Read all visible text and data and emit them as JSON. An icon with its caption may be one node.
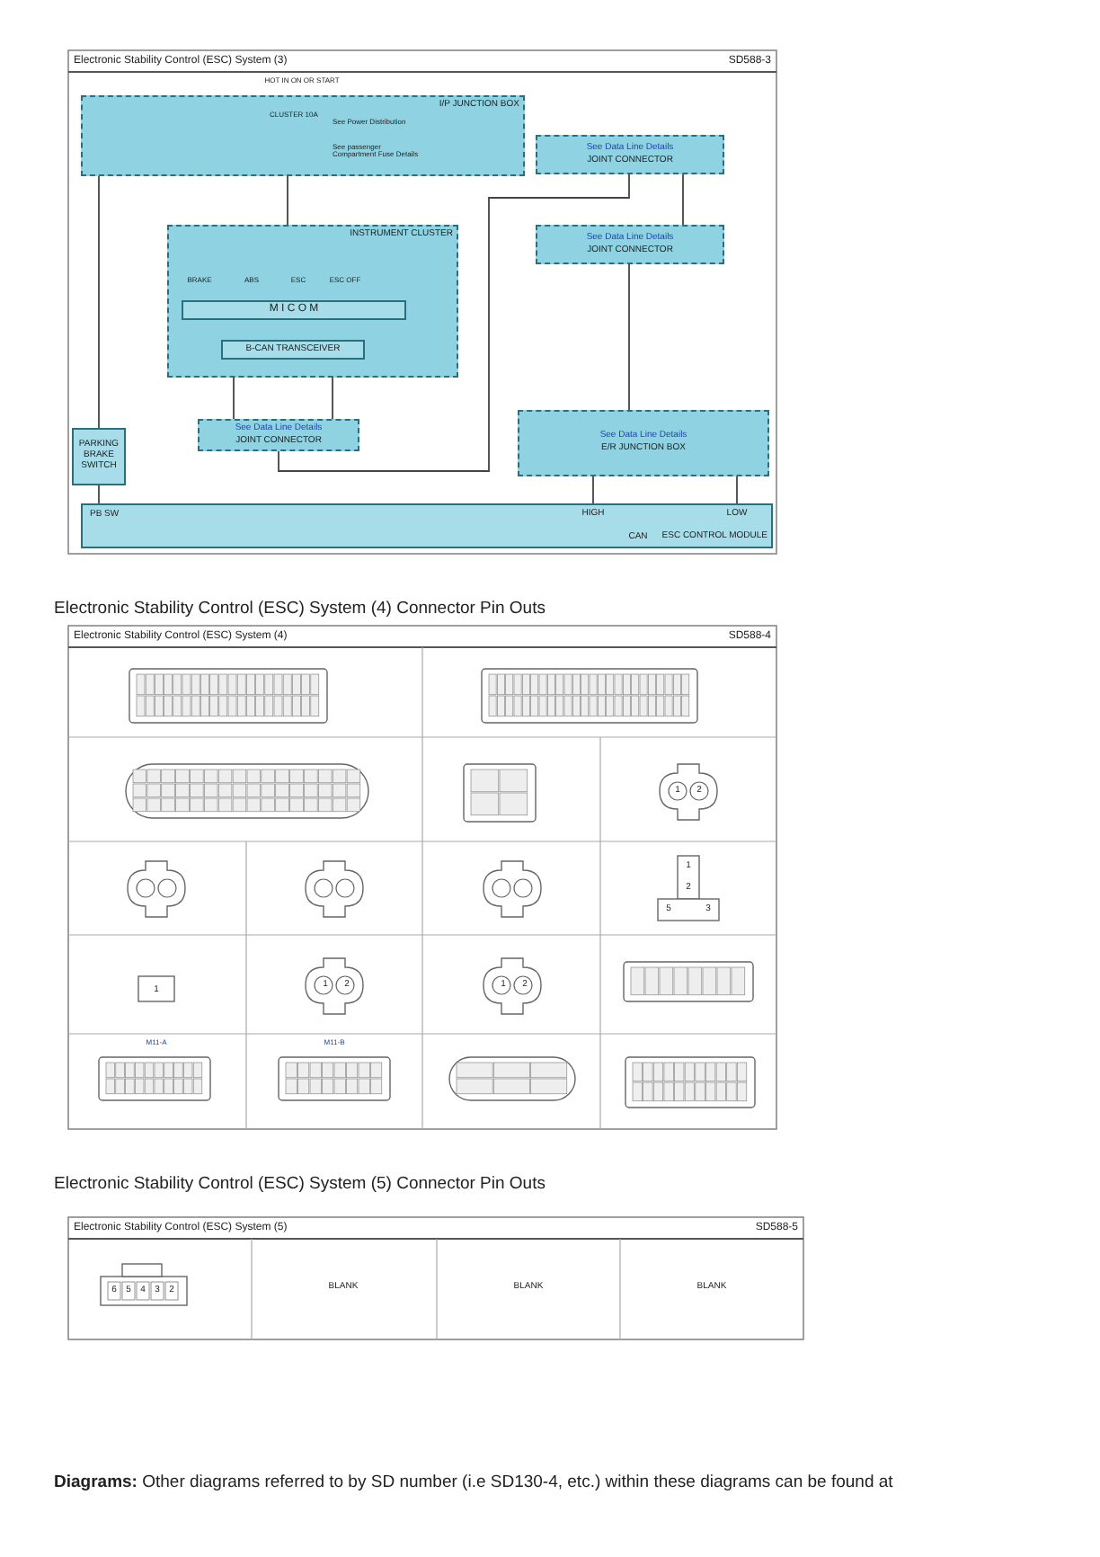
{
  "diagram": {
    "nodes": [
      {
        "text": [
          "I/P JUNCTION BOX"
        ]
      },
      {
        "text": [
          "INSTRUMENT CLUSTER"
        ]
      },
      {
        "text": [
          "M I C O M"
        ],
        "in": 1
      },
      {
        "text": [
          "B-CAN TRANSCEIVER"
        ],
        "in": 1
      },
      {
        "text": [
          "See Data Line Details",
          "JOINT CONNECTOR"
        ]
      },
      {
        "text": [
          "See Data Line Details",
          "JOINT CONNECTOR"
        ]
      },
      {
        "text": [
          "See Data Line Details",
          "JOINT CONNECTOR"
        ]
      },
      {
        "text": [
          "See Data Line Details",
          "E/R JUNCTION BOX"
        ]
      },
      {
        "text": [
          "PARKING BRAKE SWITCH"
        ]
      },
      {
        "text": [
          "ESC CONTROL MODULE"
        ]
      }
    ],
    "edges": [
      {
        "from": 0,
        "to": 1,
        "arrow": "none"
      },
      {
        "from": 1,
        "to": 6,
        "arrow": "none"
      },
      {
        "from": 1,
        "to": 6,
        "arrow": "none"
      },
      {
        "from": 6,
        "to": 4,
        "arrow": "none"
      },
      {
        "from": 4,
        "to": 5,
        "arrow": "none"
      },
      {
        "from": 5,
        "to": 7,
        "arrow": "none"
      },
      {
        "from": 7,
        "to": 9,
        "arrow": "none"
      },
      {
        "from": 7,
        "to": 9,
        "arrow": "none"
      },
      {
        "from": 8,
        "to": 9,
        "arrow": "none"
      },
      {
        "from": 0,
        "to": 8,
        "arrow": "none"
      }
    ],
    "labels": [
      "Electronic Stability Control (ESC) System (3)",
      "SD588-3",
      "HOT IN ON OR START",
      "CLUSTER 10A",
      "See Power Distribution",
      "See passenger Compartment Fuse Details",
      "BRAKE",
      "ABS",
      "ESC",
      "ESC OFF",
      "PB SW",
      "HIGH",
      "LOW",
      "CAN",
      "Electronic Stability Control (ESC) System (4) Connector Pin Outs",
      "Electronic Stability Control (ESC) System (4)",
      "SD588-4",
      "1",
      "2",
      "1",
      "2",
      "1",
      "2",
      "1",
      "1",
      "2",
      "5",
      "3",
      "M11-A",
      "M11-B",
      "Electronic Stability Control (ESC) System (5) Connector Pin Outs",
      "Electronic Stability Control (ESC) System (5)",
      "SD588-5",
      "6",
      "5",
      "4",
      "3",
      "2",
      "BLANK",
      "BLANK",
      "BLANK",
      "**Diagrams:** Other diagrams referred to by SD number (i.e SD130-4, etc.) within these diagrams can be found at"
    ]
  }
}
